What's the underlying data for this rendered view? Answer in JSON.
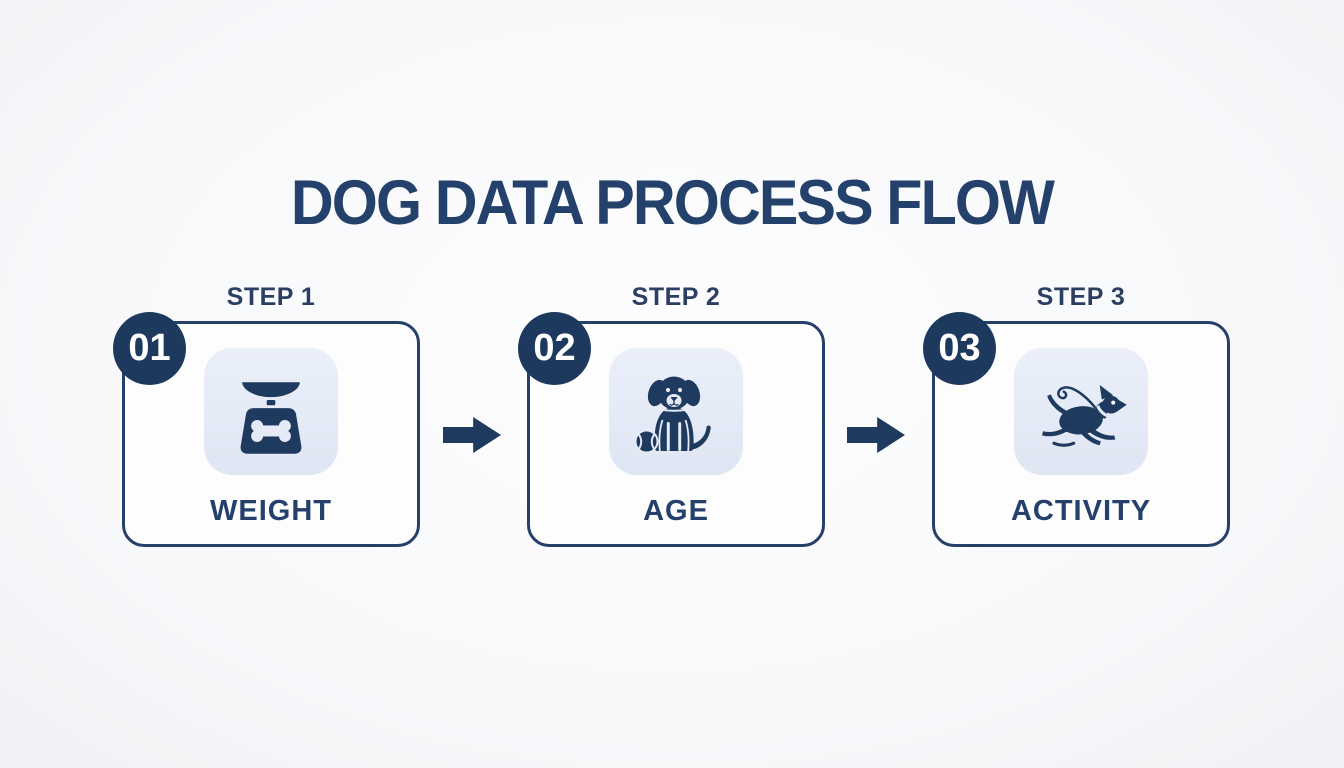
{
  "title": "DOG DATA PROCESS FLOW",
  "steps": [
    {
      "step_label": "STEP 1",
      "number": "01",
      "name": "WEIGHT",
      "icon": "weight-scale-bone-icon"
    },
    {
      "step_label": "STEP 2",
      "number": "02",
      "name": "AGE",
      "icon": "sitting-puppy-ball-icon"
    },
    {
      "step_label": "STEP 3",
      "number": "03",
      "name": "ACTIVITY",
      "icon": "running-dog-leash-icon"
    }
  ],
  "connectors": [
    {
      "icon": "right-arrow-icon"
    },
    {
      "icon": "right-arrow-icon"
    }
  ],
  "colors": {
    "navy": "#1f3a5f",
    "title_text": "#24416b",
    "label_text": "#24406b",
    "card_border": "#27406a",
    "badge_bg": "#1d3a5e",
    "tile_bg": "#e6ebf6",
    "page_bg": "#f8f9fb"
  }
}
